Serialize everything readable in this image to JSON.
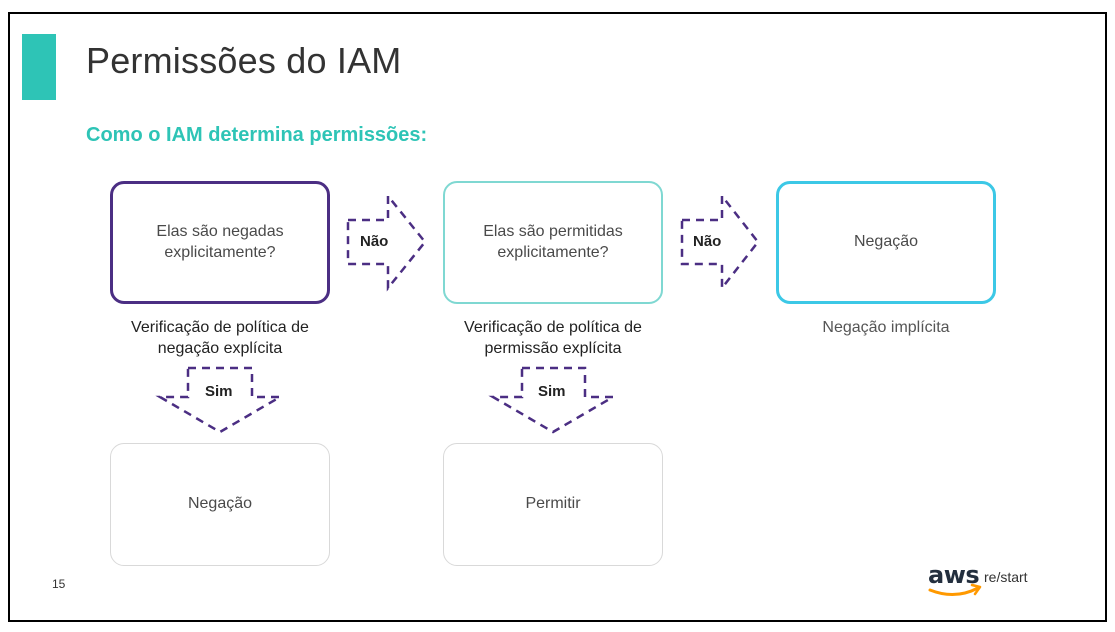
{
  "slide": {
    "title": "Permissões do IAM",
    "subtitle": "Como o IAM determina permissões:",
    "page_number": "15"
  },
  "diagram": {
    "box_explicit_deny": "Elas são negadas explicitamente?",
    "box_explicit_allow": "Elas são permitidas explicitamente?",
    "box_deny_top": "Negação",
    "box_deny_bottom": "Negação",
    "box_allow_bottom": "Permitir",
    "caption_deny_check": "Verificação de política de negação explícita",
    "caption_allow_check": "Verificação de política de permissão explícita",
    "caption_implicit": "Negação implícita",
    "arrow_no_1": "Não",
    "arrow_no_2": "Não",
    "arrow_yes_1": "Sim",
    "arrow_yes_2": "Sim"
  },
  "colors": {
    "accent": "#2ec4b6",
    "purple": "#4b2e83",
    "teal_light": "#7fd8d2",
    "cyan": "#3cc8e6",
    "gray_border": "#d9d9d9"
  },
  "logo": {
    "brand": "aws",
    "product": "re/start"
  }
}
